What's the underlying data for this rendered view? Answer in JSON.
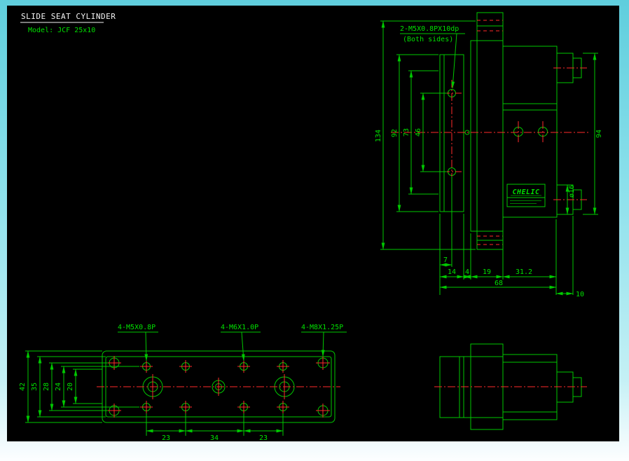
{
  "header": {
    "title": "SLIDE SEAT CYLINDER",
    "model": "Model: JCF 25x10"
  },
  "colors": {
    "background": "#000000",
    "frame_cyan": "#7adce6",
    "line_green": "#00c800",
    "text_green": "#00e000",
    "centerline_red": "#ff2a2a",
    "title_white": "#f5f5f5"
  },
  "side_view": {
    "callout": {
      "line1": "2-M5X0.8PX10dp",
      "line2": "(Both sides)"
    },
    "brand": "CHELIC",
    "dims": {
      "height_total": "134",
      "height_plate": "92",
      "height_73": "73",
      "hole_spacing": "46",
      "width_94": "94",
      "port_dia": "ø16",
      "offset_7": "7",
      "plate_thk": "14",
      "gap_4": "4",
      "body_19": "19",
      "cyl_31_2": "31.2",
      "total_68": "68",
      "cap_10": "10"
    }
  },
  "plan_view": {
    "callouts": {
      "m5": "4-M5X0.8P",
      "m6": "4-M6X1.0P",
      "m8": "4-M8X1.25P"
    },
    "dims": {
      "w42": "42",
      "w35": "35",
      "w28": "28",
      "w24": "24",
      "w20": "20",
      "p23a": "23",
      "p34": "34",
      "p23b": "23"
    }
  }
}
